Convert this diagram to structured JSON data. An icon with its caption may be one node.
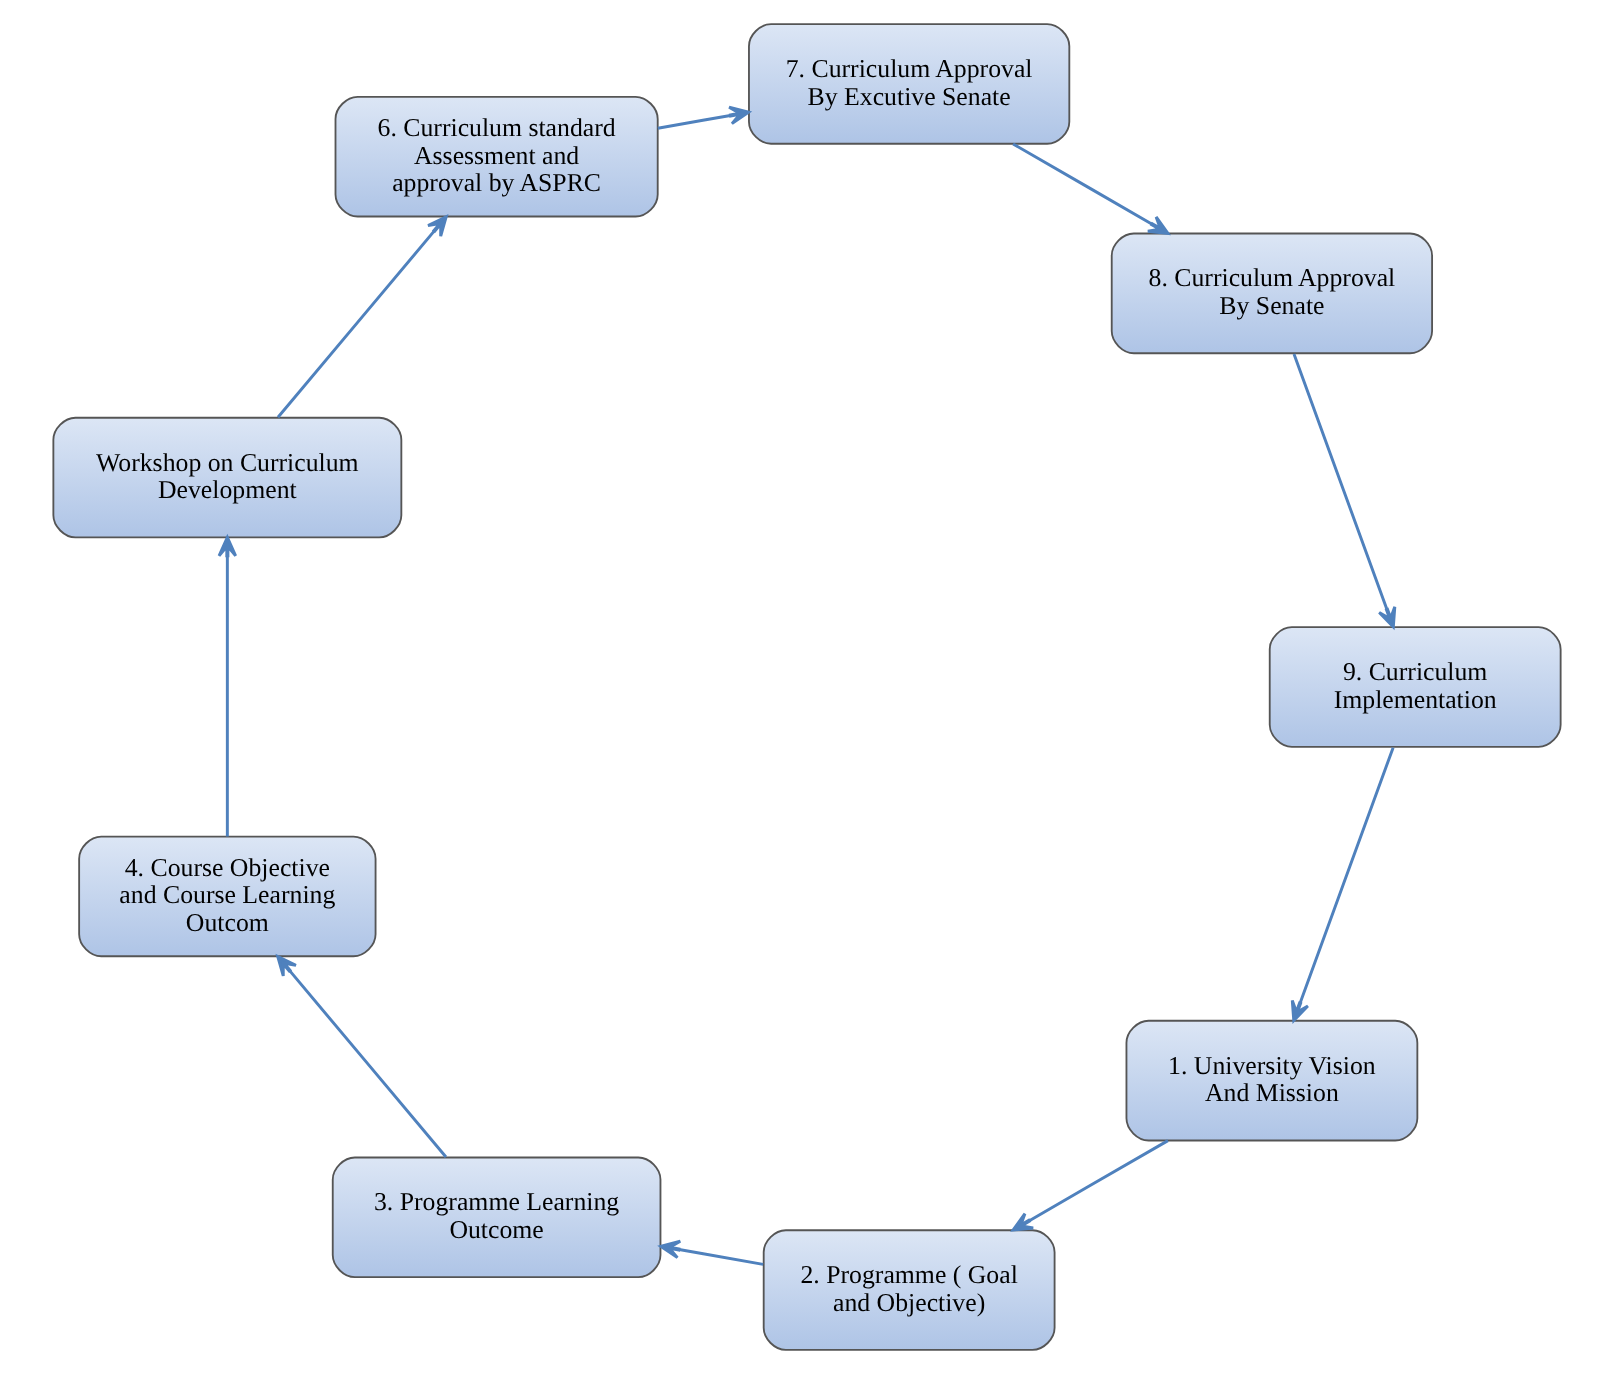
{
  "diagram": {
    "nodes": [
      {
        "text": [
          "1. University Vision And Mission"
        ]
      },
      {
        "text": [
          "2. Programme ( Goal and Objective)"
        ]
      },
      {
        "text": [
          "3. Programme Learning Outcome"
        ]
      },
      {
        "text": [
          "4. Course Objective and Course Learning Outcom"
        ]
      },
      {
        "text": [
          "Workshop on Curriculum Development"
        ]
      },
      {
        "text": [
          "6. Curriculum standard Assessment and approval by ASPRC"
        ]
      },
      {
        "text": [
          "7. Curriculum Approval By Excutive Senate"
        ]
      },
      {
        "text": [
          "8. Curriculum Approval By Senate"
        ]
      },
      {
        "text": [
          "9. Curriculum Implementation"
        ]
      }
    ],
    "edges": [
      {
        "from": 0,
        "to": 1,
        "arrow": "to"
      },
      {
        "from": 1,
        "to": 2,
        "arrow": "to"
      },
      {
        "from": 2,
        "to": 3,
        "arrow": "to"
      },
      {
        "from": 3,
        "to": 4,
        "arrow": "to"
      },
      {
        "from": 4,
        "to": 5,
        "arrow": "to"
      },
      {
        "from": 5,
        "to": 6,
        "arrow": "to"
      },
      {
        "from": 6,
        "to": 7,
        "arrow": "to"
      },
      {
        "from": 7,
        "to": 8,
        "arrow": "to"
      },
      {
        "from": 8,
        "to": 0,
        "arrow": "to"
      }
    ]
  }
}
